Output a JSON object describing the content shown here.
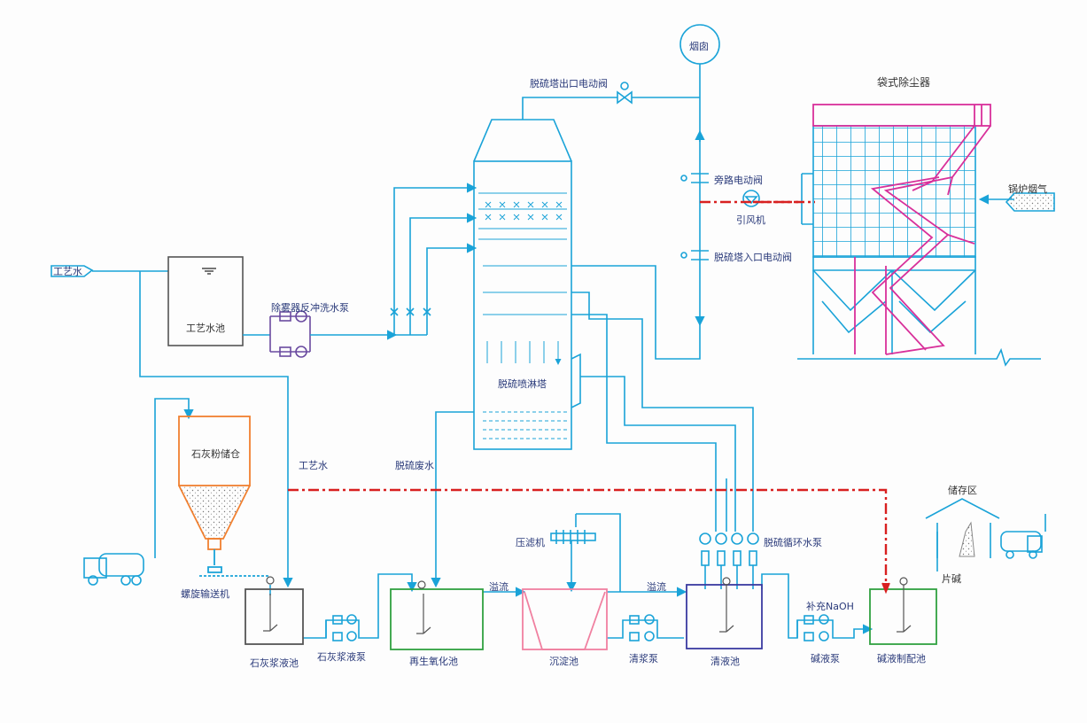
{
  "labels": {
    "process_water_in": "工艺水",
    "process_water_tank": "工艺水池",
    "demister_pump": "除雾器反冲洗水泵",
    "lime_silo": "石灰粉储仓",
    "screw_conveyor": "螺旋输送机",
    "process_water_line": "工艺水",
    "waste_water_line": "脱硫废水",
    "lime_slurry_tank": "石灰浆液池",
    "lime_slurry_pump": "石灰浆液泵",
    "regen_tank": "再生氧化池",
    "overflow1": "溢流",
    "settling_tank": "沉淀池",
    "filter_press": "压滤机",
    "slurry_pump": "清浆泵",
    "overflow2": "溢流",
    "clear_tank": "清液池",
    "circ_pump": "脱硫循环水泵",
    "naoh_supply": "补充NaOH",
    "alkali_pump": "碱液泵",
    "alkali_tank": "碱液制配池",
    "storage_area": "储存区",
    "flake_alkali": "片碱",
    "spray_tower": "脱硫喷淋塔",
    "outlet_valve": "脱硫塔出口电动阀",
    "chimney": "烟囱",
    "bypass_valve": "旁路电动阀",
    "fan": "引风机",
    "inlet_valve": "脱硫塔入口电动阀",
    "bag_filter": "袋式除尘器",
    "boiler_flue": "锅炉烟气"
  },
  "colors": {
    "pipe": "#1aa3d8",
    "red_line": "#d82020",
    "magenta": "#d8309a",
    "orange": "#f08030",
    "green": "#30a040",
    "navy": "#3a3aa0",
    "gray": "#555555",
    "pink": "#f080a0"
  }
}
